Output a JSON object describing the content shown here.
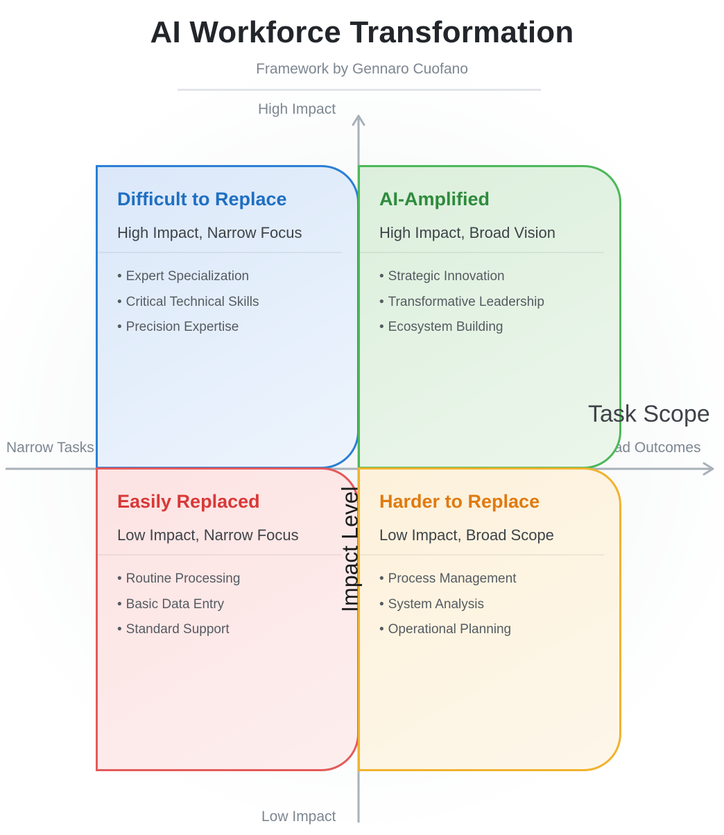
{
  "header": {
    "title": "AI Workforce Transformation",
    "subtitle": "Framework by Gennaro Cuofano"
  },
  "axes": {
    "y_top": "High Impact",
    "y_bottom": "Low Impact",
    "y_title": "Impact Level",
    "x_left": "Narrow Tasks",
    "x_right": "Broad Outcomes",
    "x_title": "Task Scope",
    "color": "#a8b0b8"
  },
  "quadrants": {
    "top_left": {
      "title": "Difficult to Replace",
      "subtitle": "High Impact, Narrow Focus",
      "items": [
        "Expert Specialization",
        "Critical Technical Skills",
        "Precision Expertise"
      ],
      "color": "#2a7fd4"
    },
    "top_right": {
      "title": "AI-Amplified",
      "subtitle": "High Impact, Broad Vision",
      "items": [
        "Strategic Innovation",
        "Transformative Leadership",
        "Ecosystem Building"
      ],
      "color": "#4cb85a"
    },
    "bottom_left": {
      "title": "Easily Replaced",
      "subtitle": "Low Impact, Narrow Focus",
      "items": [
        "Routine Processing",
        "Basic Data Entry",
        "Standard Support"
      ],
      "color": "#e45a5a"
    },
    "bottom_right": {
      "title": "Harder to Replace",
      "subtitle": "Low Impact, Broad Scope",
      "items": [
        "Process Management",
        "System Analysis",
        "Operational Planning"
      ],
      "color": "#f0b32e"
    }
  },
  "bullet": "•"
}
